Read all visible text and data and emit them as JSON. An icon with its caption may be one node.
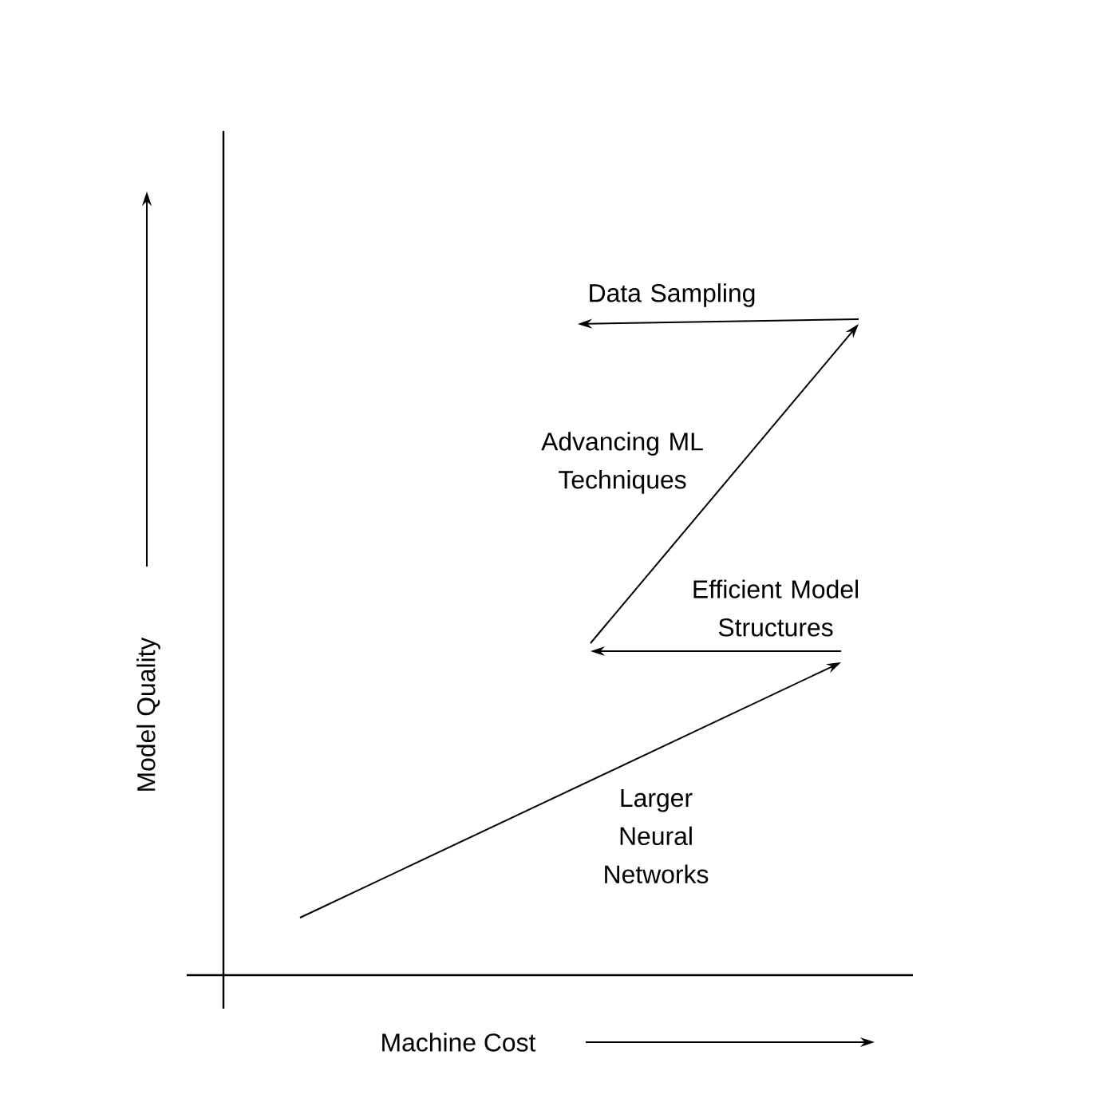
{
  "diagram": {
    "labels": [
      "Data Sampling",
      "Advancing ML Techniques",
      "Efficient Model Structures",
      "Larger Neural Networks",
      "Model Quality",
      "Machine Cost"
    ]
  }
}
